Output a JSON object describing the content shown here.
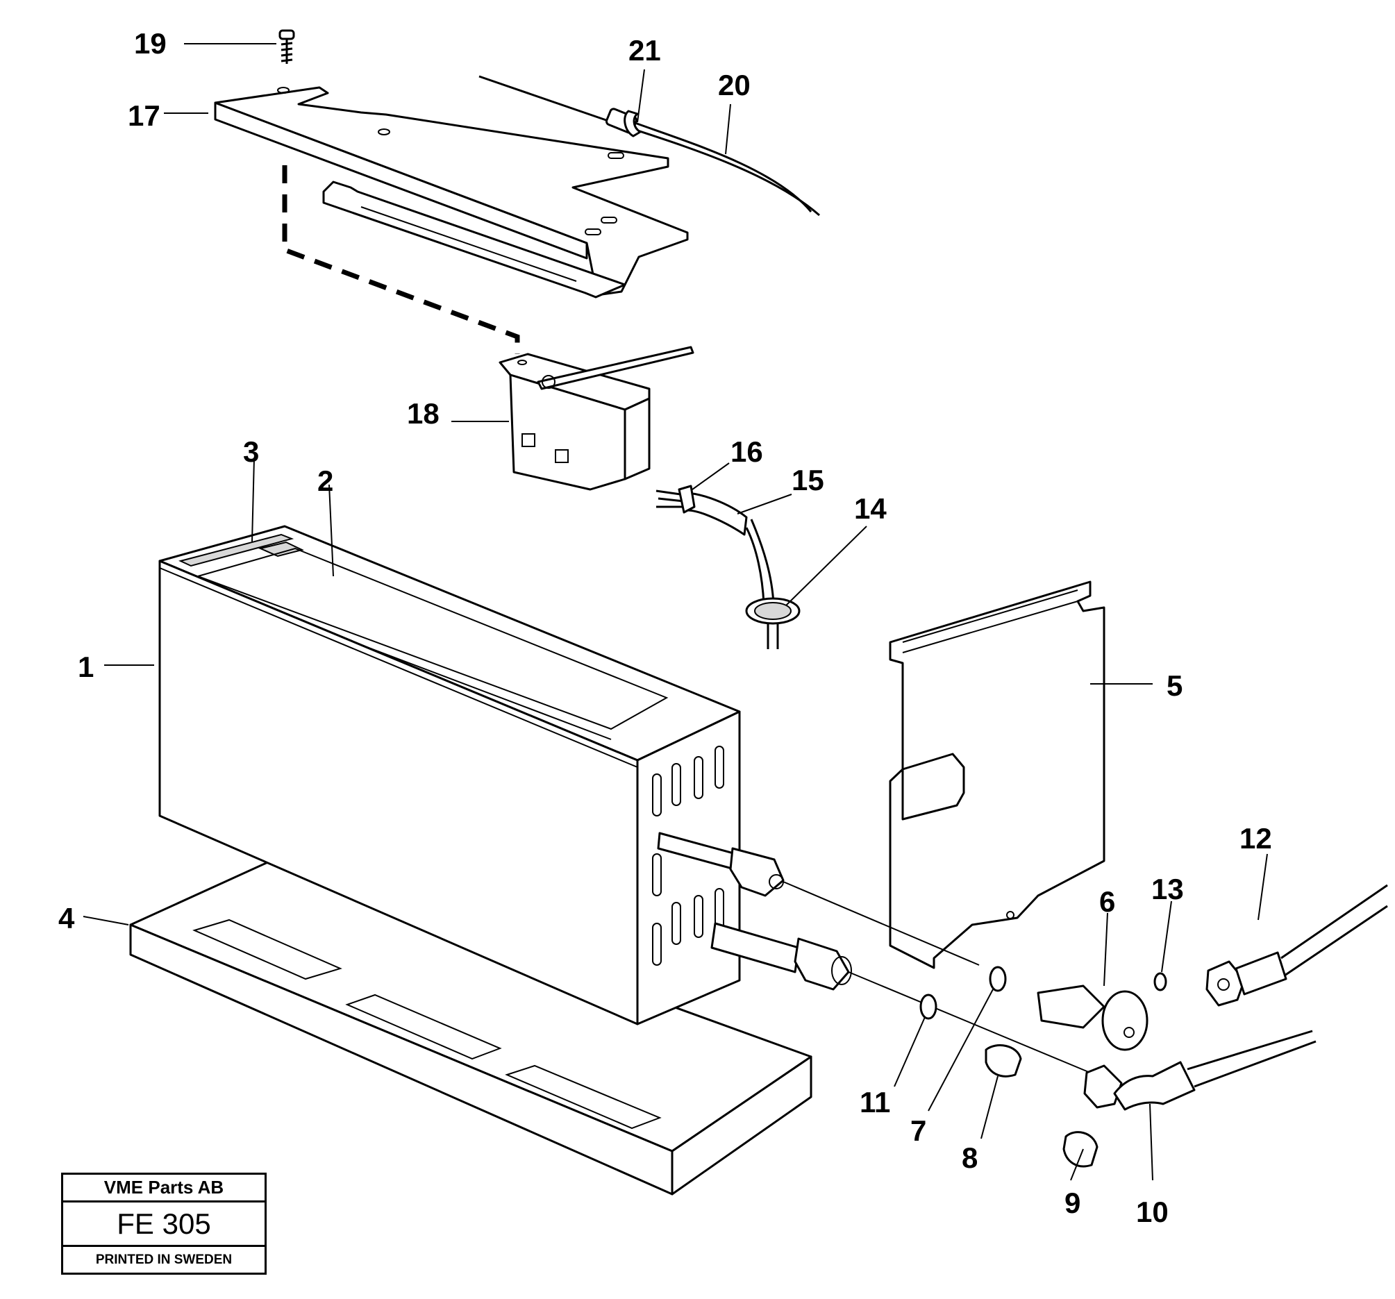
{
  "diagram": {
    "callouts": [
      "1",
      "2",
      "3",
      "4",
      "5",
      "6",
      "7",
      "8",
      "9",
      "10",
      "11",
      "12",
      "13",
      "14",
      "15",
      "16",
      "17",
      "18",
      "19",
      "20",
      "21"
    ]
  },
  "title_block": {
    "company": "VME Parts AB",
    "drawing_number": "FE 305",
    "printed": "PRINTED IN SWEDEN"
  }
}
